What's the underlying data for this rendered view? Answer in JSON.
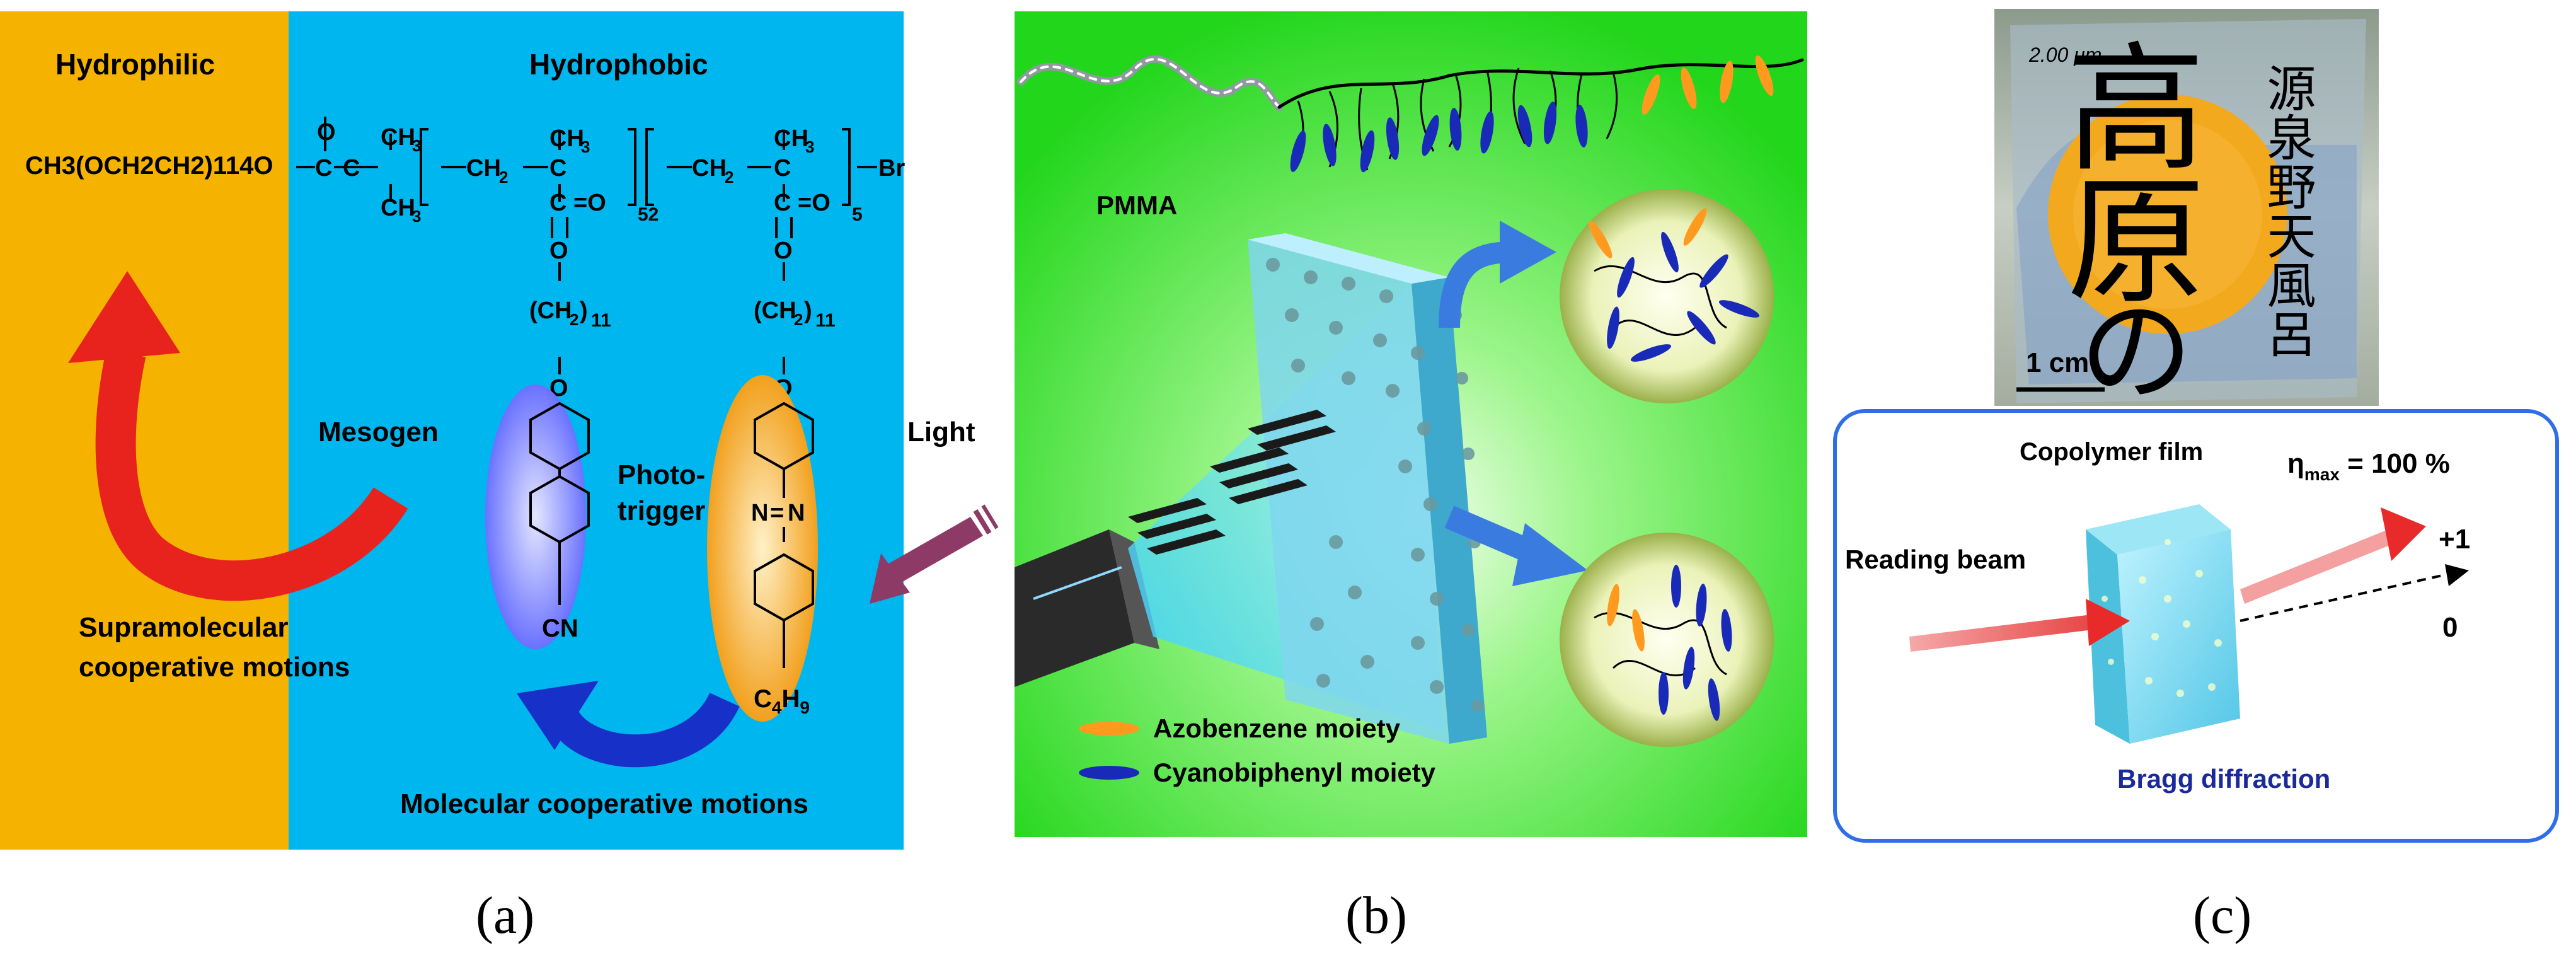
{
  "panel_a": {
    "caption": "(a)",
    "hydrophilic": "Hydrophilic",
    "hydrophobic": "Hydrophobic",
    "peg_chain": "CH3(OCH2CH2)114O",
    "repeat_52": "52",
    "repeat_5": "5",
    "bromine": "Br",
    "spacer_left": "(CH2)11",
    "spacer_right": "(CH2)11",
    "mesogen": "Mesogen",
    "photo": "Photo-",
    "trigger": "trigger",
    "cn": "CN",
    "butyl": "C4H9",
    "light": "Light",
    "supra_1": "Supramolecular",
    "supra_2": "cooperative motions",
    "molecular": "Molecular cooperative motions",
    "colors": {
      "hydrophilic_bg": "#f5b300",
      "hydrophobic_bg": "#00b6ee",
      "arrow_red": "#e8231e",
      "arrow_blue": "#1730c8",
      "light_arrow": "#8e3a66"
    }
  },
  "panel_b": {
    "caption": "(b)",
    "pmma": "PMMA",
    "legend_azo": "Azobenzene moiety",
    "legend_cyano": "Cyanobiphenyl moiety",
    "colors": {
      "bg": "#33e02a",
      "azo": "#ff9a1f",
      "cyano": "#1a2ab8"
    }
  },
  "panel_c": {
    "caption": "(c)",
    "scale_bar": "1 cm",
    "photo_label": "2.00 μm",
    "kanji_large_1": "高",
    "kanji_large_2": "原",
    "kanji_large_3": "の",
    "kanji_column": "源泉野天風呂",
    "copolymer_film": "Copolymer film",
    "eta": "η",
    "eta_sub": "max",
    "eta_value": " = 100 %",
    "reading_beam": "Reading beam",
    "order_plus1": "+1",
    "order_0": "0",
    "bragg": "Bragg diffraction"
  }
}
